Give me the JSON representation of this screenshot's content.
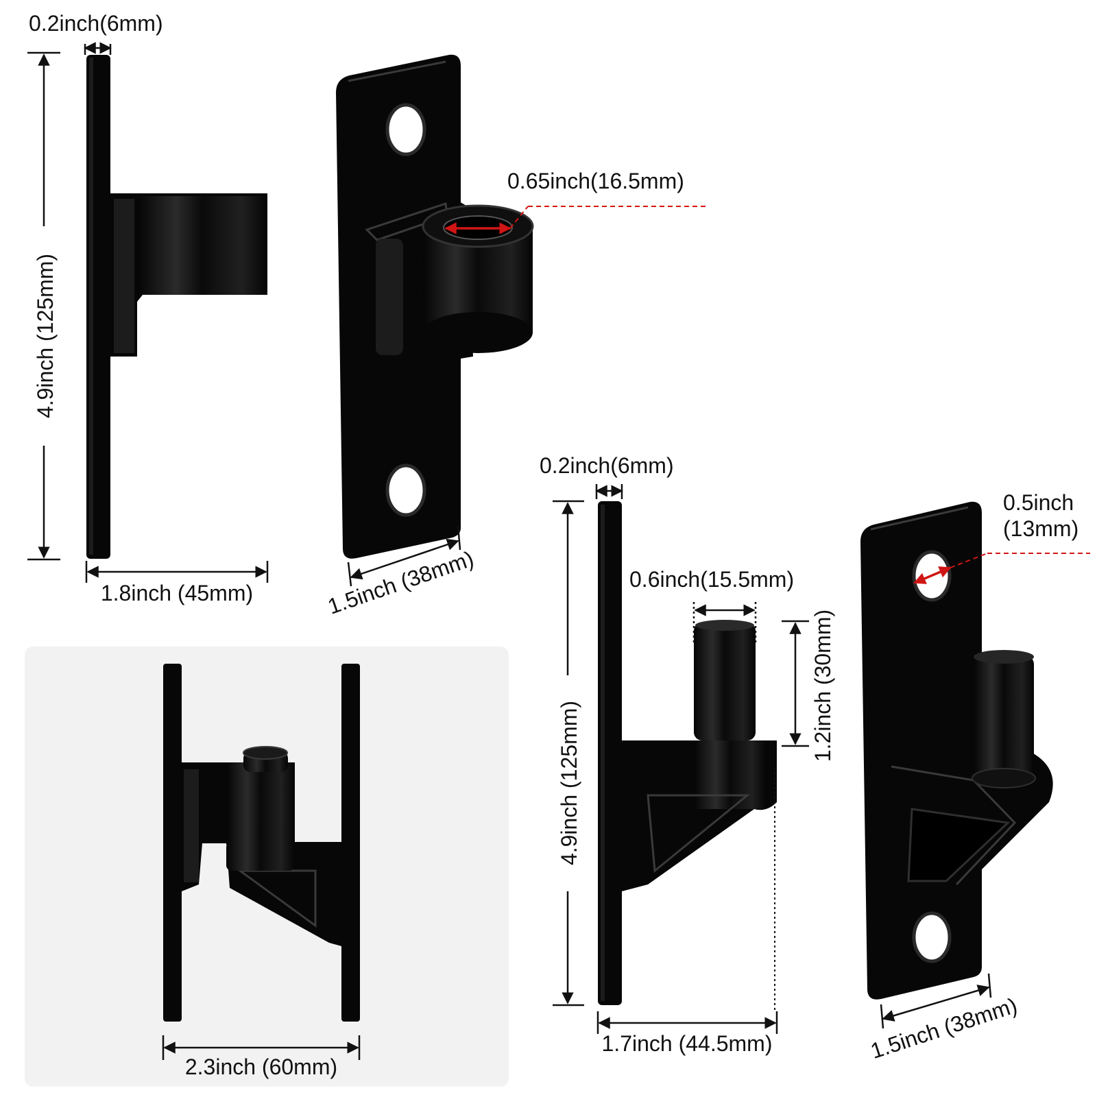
{
  "labels": {
    "top_left_thickness": "0.2inch(6mm)",
    "top_left_height": "4.9inch (125mm)",
    "top_left_depth": "1.8inch (45mm)",
    "top_plate_width": "1.5inch (38mm)",
    "top_hole_diameter": "0.65inch(16.5mm)",
    "assembled_width": "2.3inch (60mm)",
    "bottom_thickness": "0.2inch(6mm)",
    "bottom_height": "4.9inch (125mm)",
    "pin_diameter": "0.6inch(15.5mm)",
    "pin_height": "1.2inch (30mm)",
    "bottom_depth": "1.7inch (44.5mm)",
    "screw_hole_line1": "0.5inch",
    "screw_hole_line2": "(13mm)",
    "bottom_plate_width": "1.5inch (38mm)"
  },
  "colors": {
    "metal": "#070707",
    "dimension": "#111111",
    "highlight": "#d01515",
    "panel": "#f2f2f2"
  }
}
